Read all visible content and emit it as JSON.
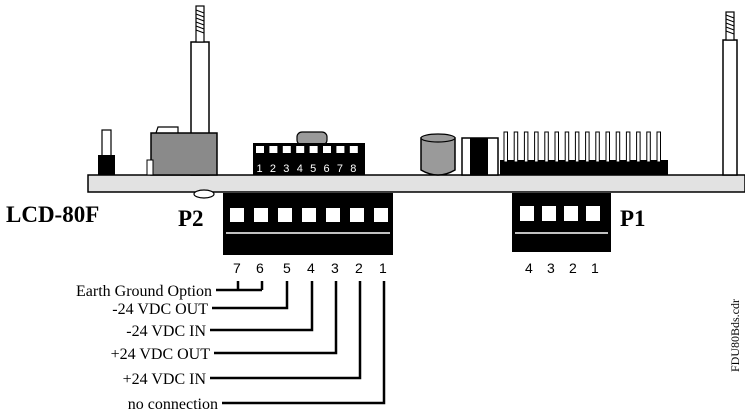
{
  "board_title": "LCD-80F",
  "connector_p2": {
    "label": "P2",
    "pin_numbers": [
      "7",
      "6",
      "5",
      "4",
      "3",
      "2",
      "1"
    ],
    "pin_functions": [
      "Earth Ground Option",
      "-24 VDC OUT",
      "-24 VDC IN",
      "+24 VDC OUT",
      "+24 VDC IN",
      "no connection"
    ]
  },
  "connector_p1": {
    "label": "P1",
    "pin_numbers": [
      "4",
      "3",
      "2",
      "1"
    ]
  },
  "dip_switch": {
    "positions": [
      "1",
      "2",
      "3",
      "4",
      "5",
      "6",
      "7",
      "8"
    ]
  },
  "figure_code": "FDU80Bds.cdr",
  "colors": {
    "ink": "#000000",
    "board": "#e2e2e2",
    "component_gray": "#8a8a8a",
    "capacitor_gray": "#9a9a9a"
  }
}
